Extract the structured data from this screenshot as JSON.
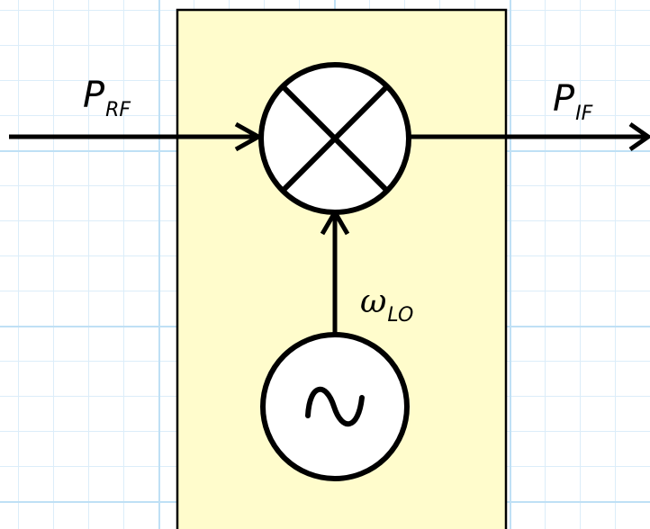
{
  "diagram": {
    "input_signal": {
      "symbol": "P",
      "subscript": "RF"
    },
    "output_signal": {
      "symbol": "P",
      "subscript": "IF"
    },
    "local_oscillator": {
      "symbol": "ω",
      "subscript": "LO"
    },
    "mixer": {
      "icon": "mixer-cross-circle-icon"
    },
    "oscillator": {
      "icon": "sine-wave-icon"
    },
    "colors": {
      "box_fill": "#fffccc",
      "grid_major": "#bfe0f5",
      "grid_minor": "#dcedf9",
      "stroke": "#000000"
    }
  }
}
